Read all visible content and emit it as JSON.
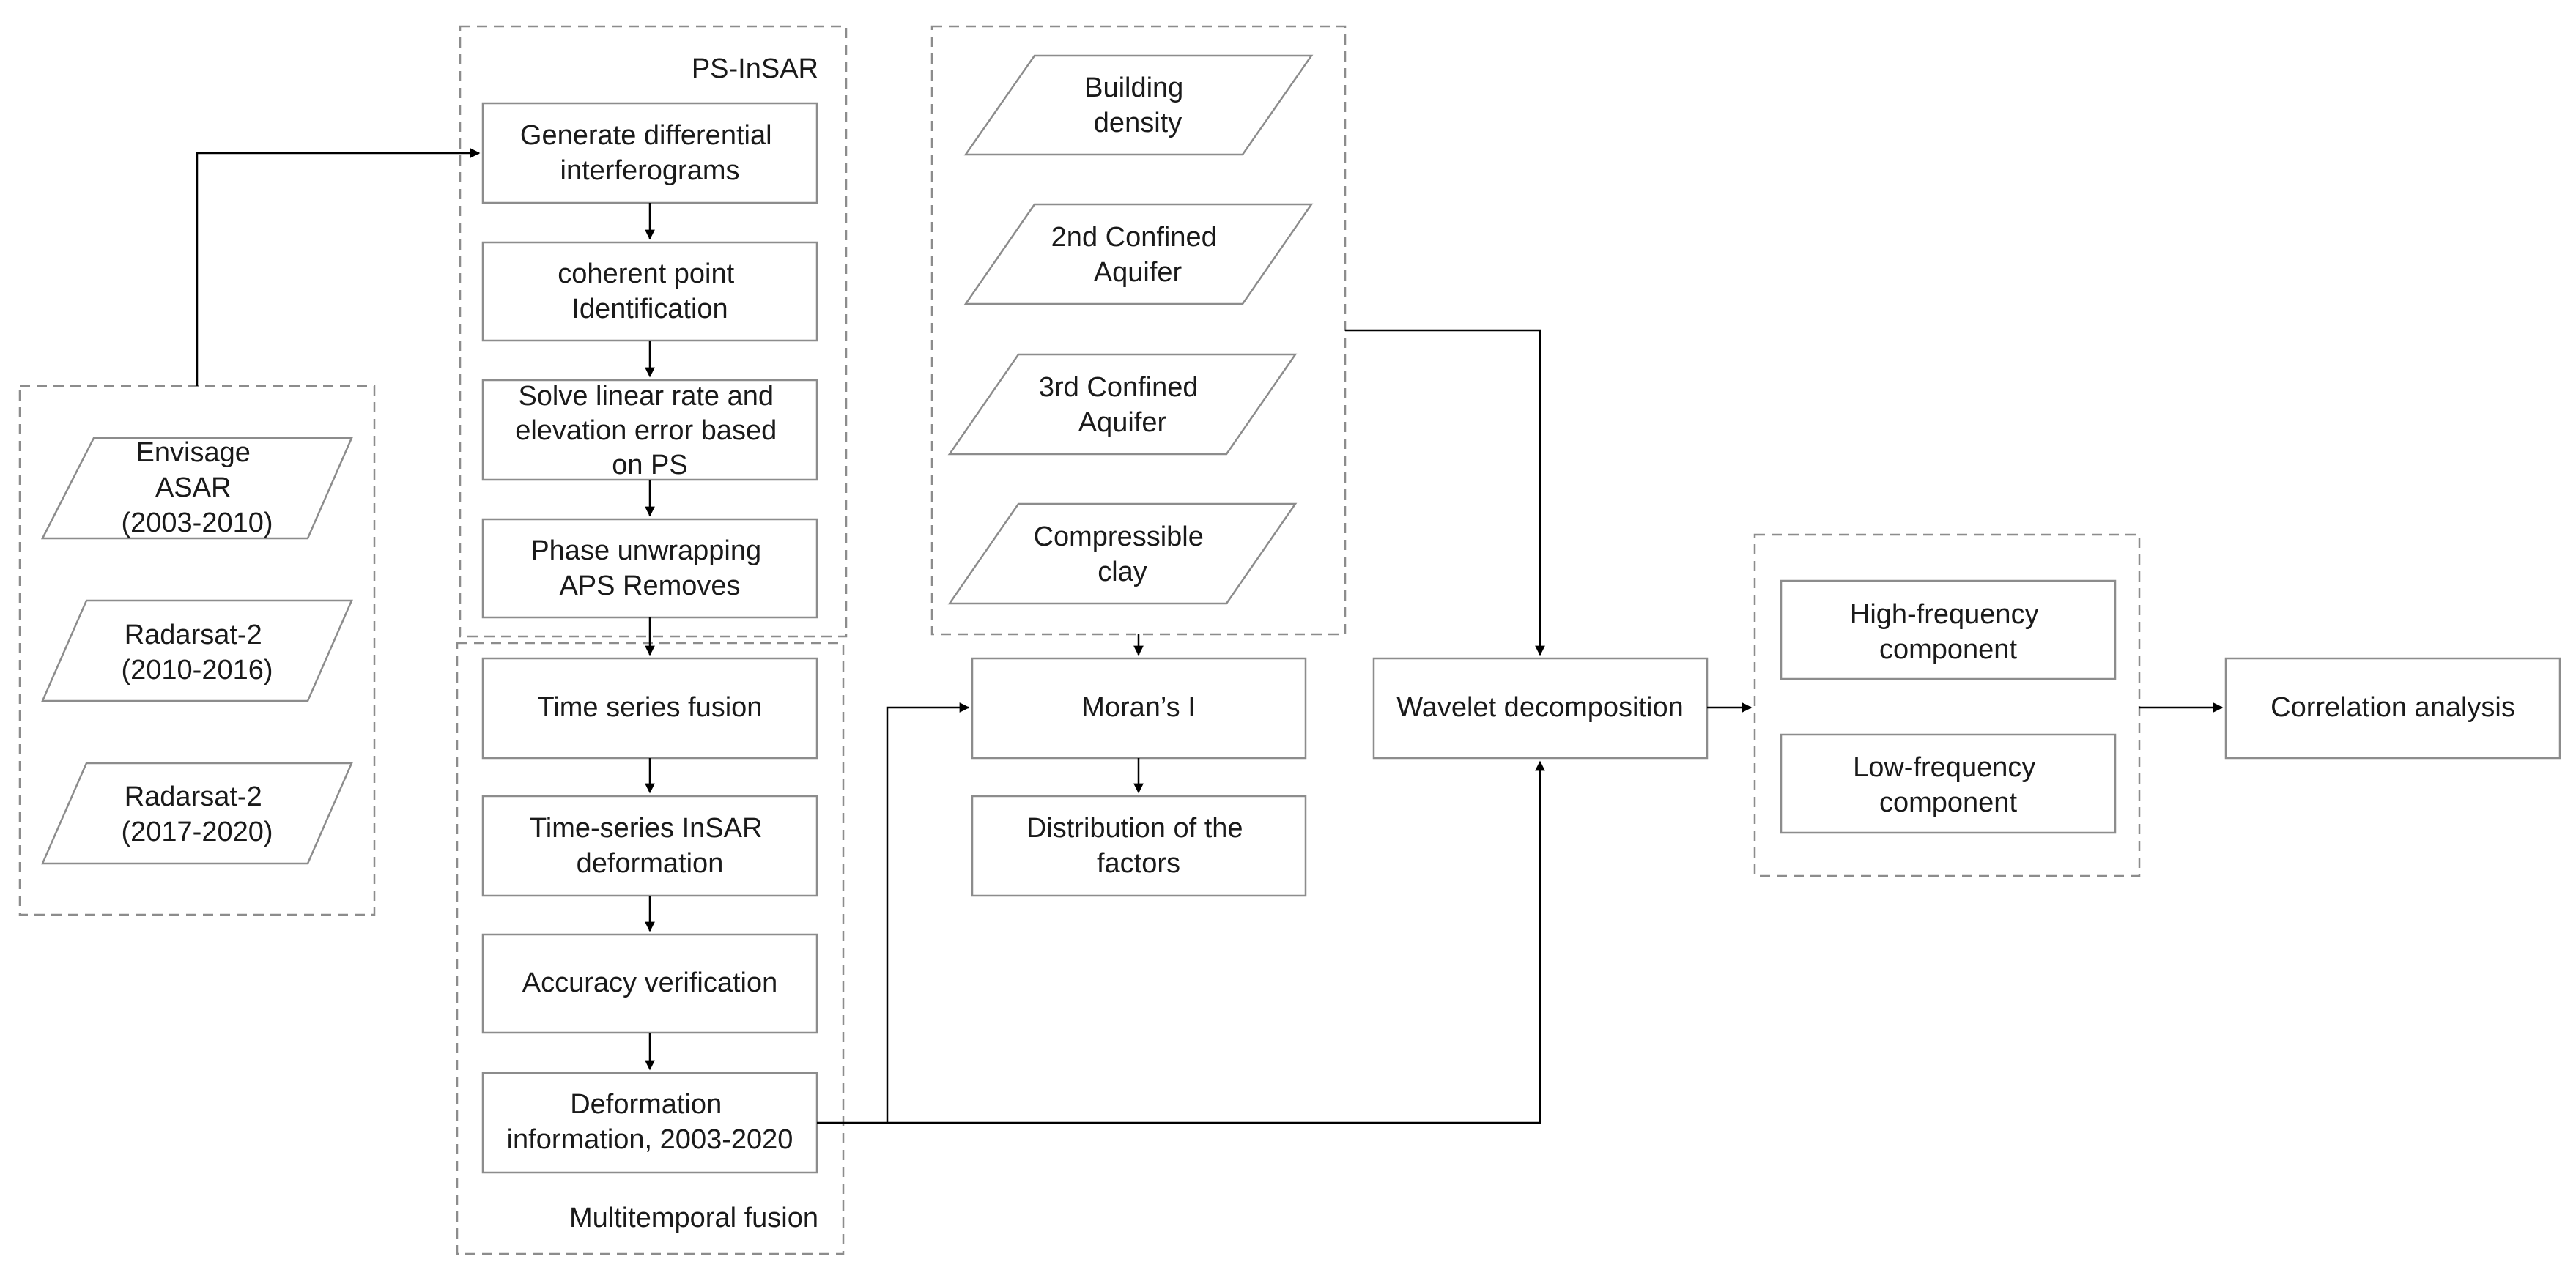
{
  "groups": {
    "psinsar": "PS-InSAR",
    "multitemporal": "Multitemporal fusion"
  },
  "inputs": {
    "envisat": [
      "Envisage",
      "ASAR",
      "(2003-2010)"
    ],
    "radarsat_a": [
      "Radarsat-2",
      "(2010-2016)"
    ],
    "radarsat_b": [
      "Radarsat-2",
      "(2017-2020)"
    ]
  },
  "psinsar_steps": {
    "generate": [
      "Generate differential",
      "interferograms"
    ],
    "coherent": [
      "coherent point",
      "Identification"
    ],
    "solve": [
      "Solve linear rate and",
      "elevation error based",
      "on PS"
    ],
    "phase": [
      "Phase unwrapping",
      "APS Removes"
    ]
  },
  "fusion_steps": {
    "time_series_fusion": [
      "Time series fusion"
    ],
    "time_series_deformation": [
      "Time-series InSAR",
      "deformation"
    ],
    "accuracy": [
      "Accuracy verification"
    ],
    "deformation_info": [
      "Deformation",
      "information, 2003-2020"
    ]
  },
  "factors": {
    "building": [
      "Building",
      "density"
    ],
    "aquifer2": [
      "2nd Confined",
      "Aquifer"
    ],
    "aquifer3": [
      "3rd Confined",
      "Aquifer"
    ],
    "clay": [
      "Compressible",
      "clay"
    ]
  },
  "analysis": {
    "morans": [
      "Moran’s I"
    ],
    "distribution": [
      "Distribution of the",
      "factors"
    ],
    "wavelet": [
      "Wavelet decomposition"
    ],
    "high_freq": [
      "High-frequency",
      "component"
    ],
    "low_freq": [
      "Low-frequency",
      "component"
    ],
    "correlation": [
      "Correlation analysis"
    ]
  }
}
